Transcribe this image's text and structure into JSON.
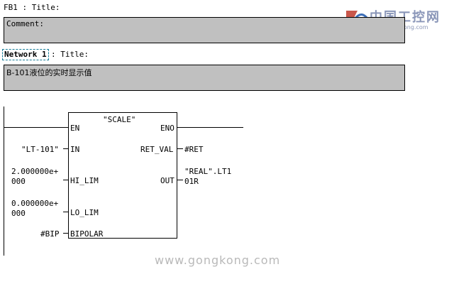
{
  "header": {
    "fb_label": "FB1 : Title:"
  },
  "comment_box": {
    "text": "Comment:"
  },
  "network": {
    "label": "Network 1",
    "title": ": Title:"
  },
  "network_comment": {
    "text": "B-101液位的实时显示值"
  },
  "block": {
    "name": "\"SCALE\"",
    "pins_left": [
      "EN",
      "IN",
      "HI_LIM",
      "LO_LIM",
      "BIPOLAR"
    ],
    "pins_right": [
      "ENO",
      "RET_VAL",
      "OUT"
    ]
  },
  "params": {
    "in_value": "\"LT-101\"",
    "hi_lim_line1": "2.000000e+",
    "hi_lim_line2": "000",
    "lo_lim_line1": "0.000000e+",
    "lo_lim_line2": "000",
    "bipolar_value": "#BIP",
    "ret_val_value": "#RET",
    "out_line1": "\"REAL\".LT1",
    "out_line2": "01R"
  },
  "brand": {
    "logo_cn": "中国工控网",
    "logo_url": "www.gongkong.com",
    "watermark": "www.gongkong.com",
    "logo_color": "#8a96b8"
  },
  "colors": {
    "comment_bg": "#c0c0c0",
    "network_border": "#1a7f9a"
  }
}
